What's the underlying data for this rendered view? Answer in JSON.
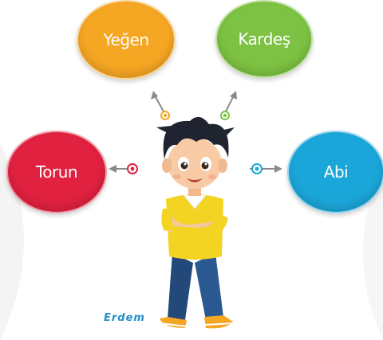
{
  "nodes": {
    "yegen": {
      "label": "Yeğen",
      "color": "#F5A623"
    },
    "kardes": {
      "label": "Kardeş",
      "color": "#7DC242"
    },
    "torun": {
      "label": "Torun",
      "color": "#E0213F"
    },
    "abi": {
      "label": "Abi",
      "color": "#1BA6D9"
    }
  },
  "character": {
    "name": "Erdem",
    "name_color": "#2A8FC7"
  },
  "connector_color": "#8A8A8A"
}
